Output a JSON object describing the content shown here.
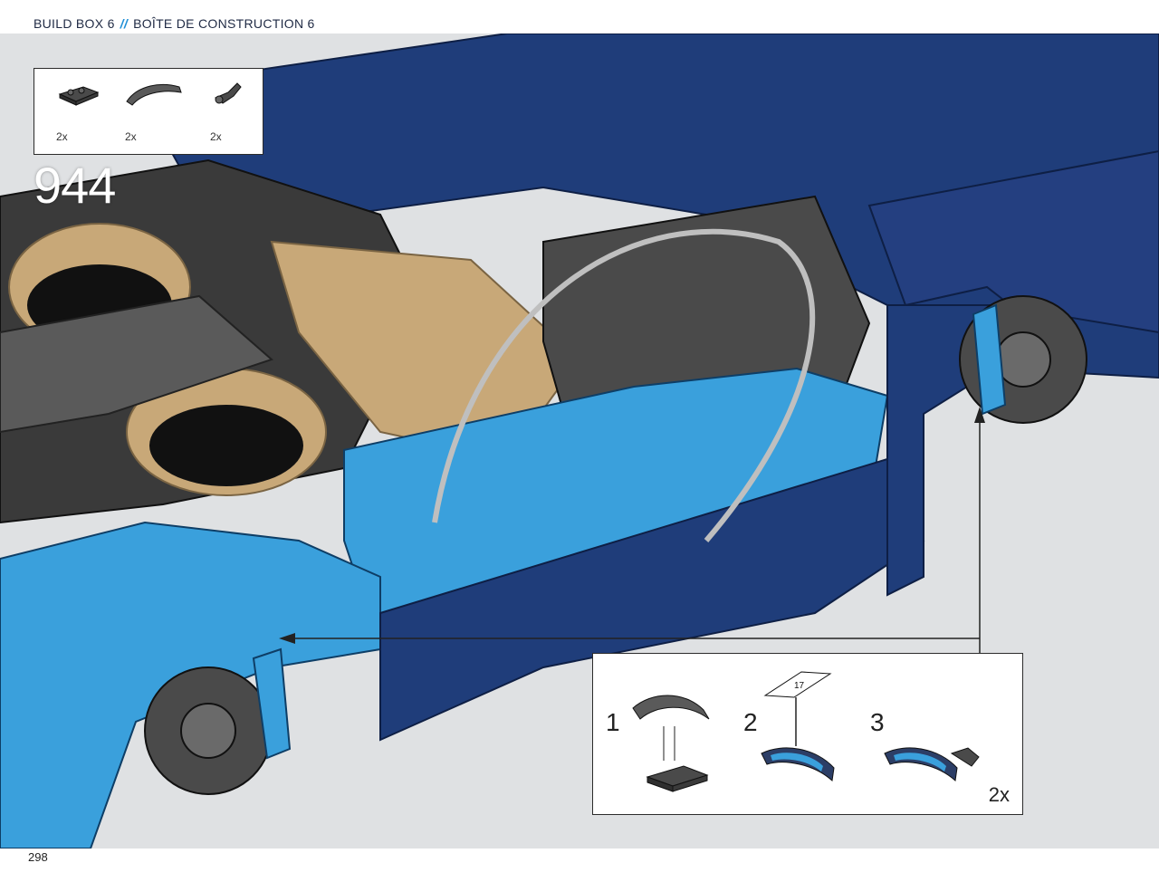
{
  "header": {
    "left": "BUILD BOX 6",
    "separator": "//",
    "right": "BOÎTE DE CONSTRUCTION 6"
  },
  "parts": [
    {
      "qty": "2x",
      "icon": "plate-with-clips-part"
    },
    {
      "qty": "2x",
      "icon": "curved-slope-part"
    },
    {
      "qty": "2x",
      "icon": "clip-bar-part"
    }
  ],
  "step_number": "944",
  "sub_steps": [
    {
      "number": "1"
    },
    {
      "number": "2"
    },
    {
      "number": "3"
    }
  ],
  "sub_qty": "2x",
  "decal_label": "17",
  "page_number": "298",
  "colors": {
    "dark_blue": "#1f3d7a",
    "light_blue": "#3aa0dc",
    "tan": "#c8a878",
    "background": "#dfe1e3"
  }
}
